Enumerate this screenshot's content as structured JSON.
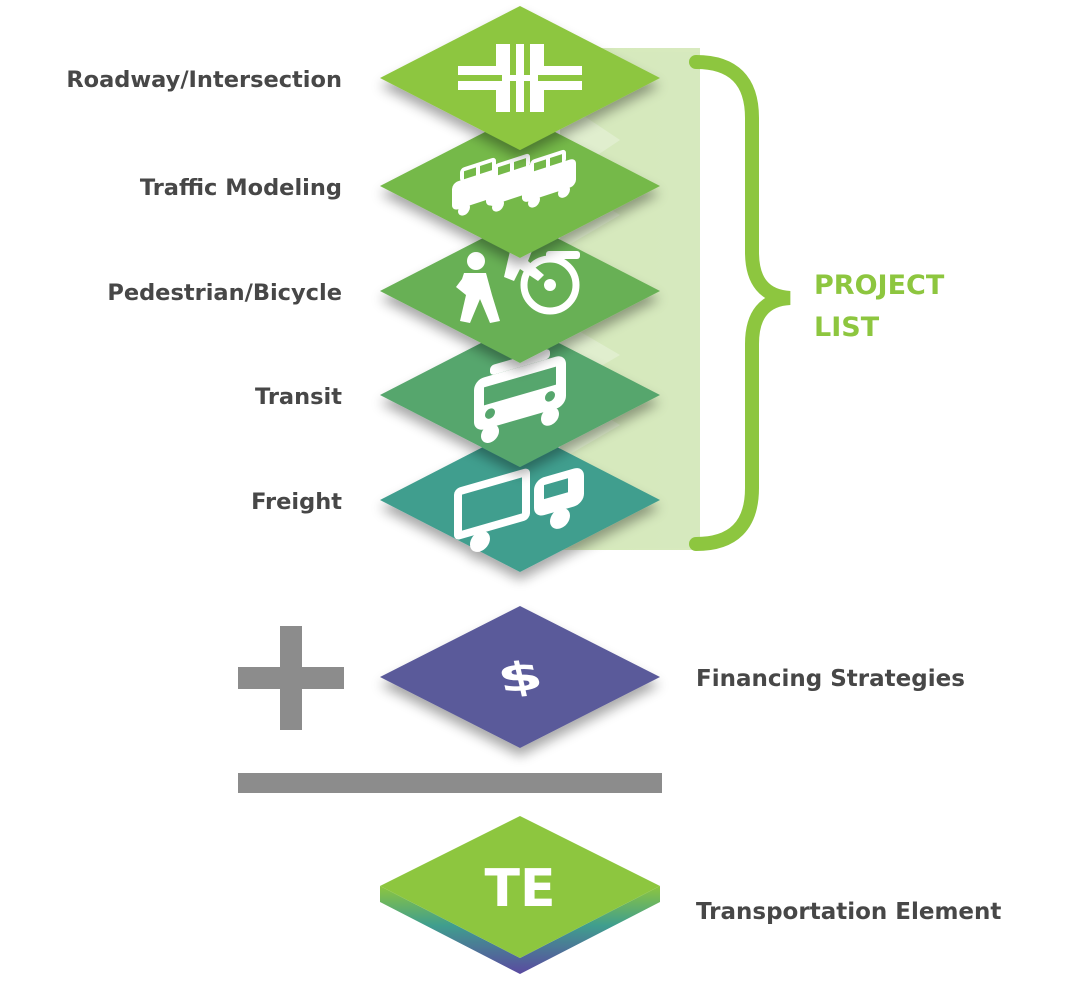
{
  "layers": [
    {
      "label": "Roadway/Intersection",
      "icon": "road-intersection-icon",
      "color": "#8dc63f"
    },
    {
      "label": "Traffic Modeling",
      "icon": "traffic-cars-icon",
      "color": "#74b94a"
    },
    {
      "label": "Pedestrian/Bicycle",
      "icon": "pedestrian-bicycle-icon",
      "color": "#67b055"
    },
    {
      "label": "Transit",
      "icon": "bus-icon",
      "color": "#57a66d"
    },
    {
      "label": "Freight",
      "icon": "truck-icon",
      "color": "#3f9e8e"
    }
  ],
  "project_list": {
    "line1": "PROJECT",
    "line2": "LIST",
    "color": "#8dc63f"
  },
  "financing": {
    "label": "Financing Strategies",
    "icon": "dollar-icon",
    "symbol": "$",
    "color": "#5a5a9a"
  },
  "result": {
    "label": "Transportation Element",
    "abbr": "TE",
    "color": "#8dc63f"
  },
  "operators": {
    "plus": "plus-sign",
    "equals": "sum-line",
    "color": "#8c8c8c"
  }
}
